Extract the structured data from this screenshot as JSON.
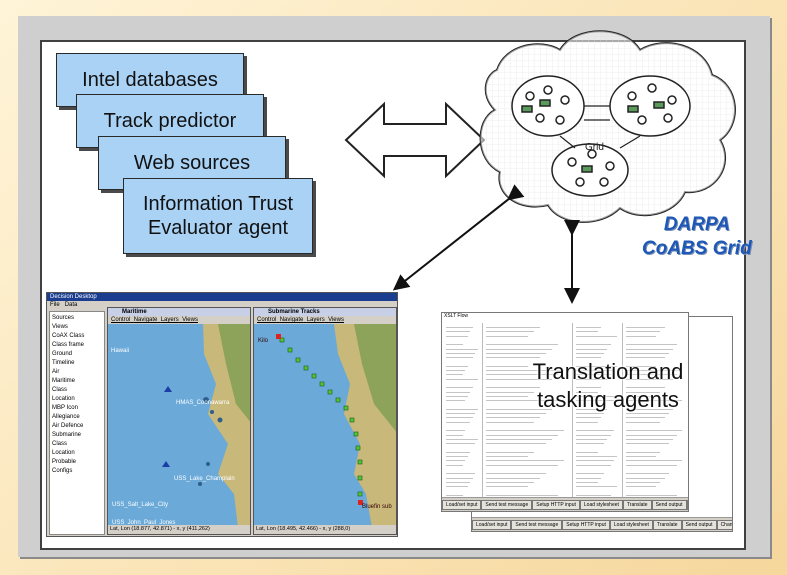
{
  "cards": [
    {
      "label": "Intel databases"
    },
    {
      "label": "Track predictor"
    },
    {
      "label": "Web sources"
    },
    {
      "label": "Information Trust",
      "label2": "Evaluator agent"
    }
  ],
  "grid": {
    "label": "Grid",
    "title_line1": "DARPA",
    "title_line2": "CoABS Grid"
  },
  "decision_desktop": {
    "window_title": "Decision Desktop",
    "menu": [
      "File",
      "Data"
    ],
    "tree_items": [
      "Sources",
      "Views",
      "CoAX Class",
      "Class frame",
      "Ground",
      "Timeline",
      "Air",
      "Maritime",
      "Class",
      "Location",
      "MBP Icon",
      "Allegiance",
      "Air Defence",
      "Submarine",
      "Class",
      "Location",
      "Probable",
      "Configs"
    ],
    "maritime_window": {
      "title": "Maritime",
      "menu": [
        "Control",
        "Navigate",
        "Layers",
        "Views"
      ],
      "labels": [
        "Hawaii",
        "HMAS_Coonawarra",
        "USS_Lake_Champlain",
        "USS_Salt_Lake_City",
        "USS_John_Paul_Jones"
      ],
      "status": "Lat, Lon (18.877, 42.871) - x, y (411,262)"
    },
    "submarine_window": {
      "title": "Submarine Tracks",
      "menu": [
        "Control",
        "Navigate",
        "Layers",
        "Views"
      ],
      "labels": [
        "Kilo",
        "Bluefin sub"
      ],
      "status": "Lat, Lon (18.495, 42.466) - x, y (288,0)"
    }
  },
  "xml_view": {
    "title": "XSLT Flow",
    "buttons": [
      "Load/set input",
      "Send test message",
      "Setup HTTP input",
      "Load stylesheet",
      "Translate",
      "Send output",
      "Change to auto"
    ]
  },
  "translation": {
    "line1": "Translation and",
    "line2": "tasking agents"
  },
  "colors": {
    "card_fill": "#a9d2f5",
    "darpa_blue": "#1d57b8",
    "background": "#fbe6b8"
  }
}
